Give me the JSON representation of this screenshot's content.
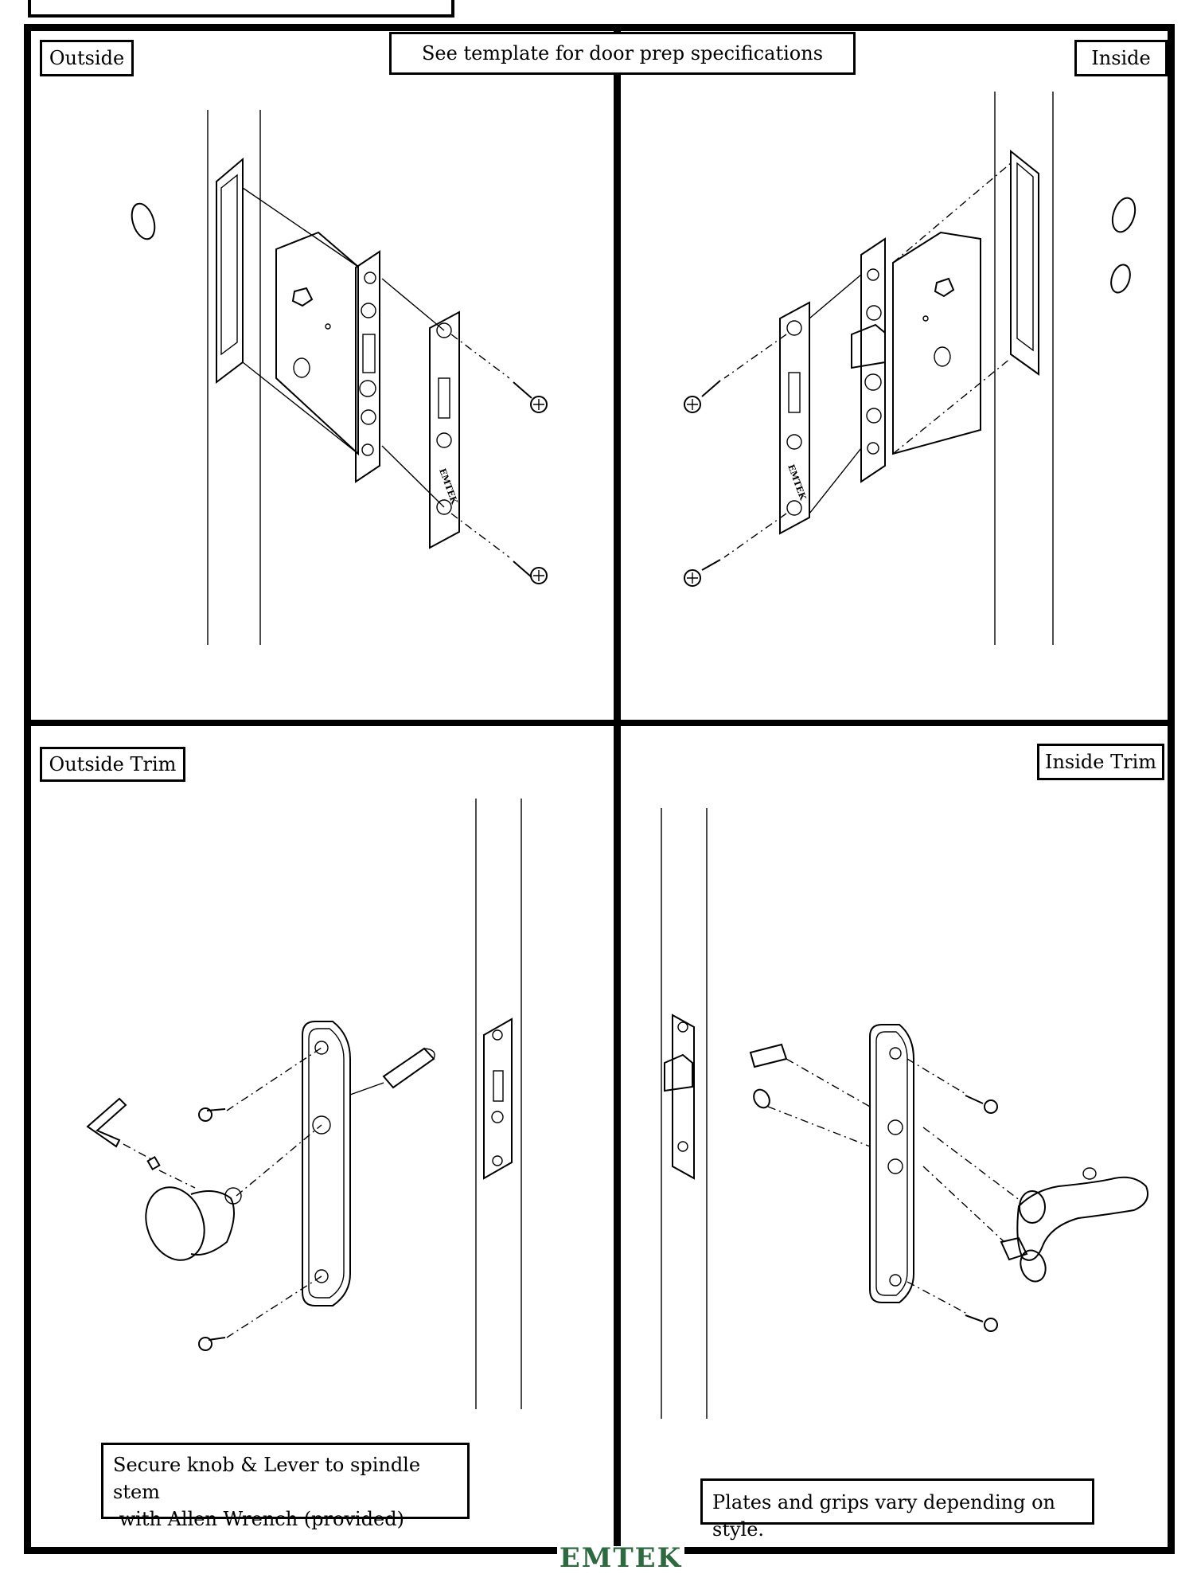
{
  "labels": {
    "outside": "Outside",
    "inside": "Inside",
    "template_note": "See template for door prep specifications",
    "outside_trim": "Outside Trim",
    "inside_trim": "Inside Trim"
  },
  "notes": {
    "secure_line1": "Secure knob & Lever to spindle stem",
    "secure_line2": " with Allen Wrench (provided)",
    "plates": "Plates and grips vary depending on style."
  },
  "strike_mark": "EMTEK",
  "brand": "EMTEK",
  "colors": {
    "brand": "#2d6a3f",
    "line": "#000000"
  }
}
